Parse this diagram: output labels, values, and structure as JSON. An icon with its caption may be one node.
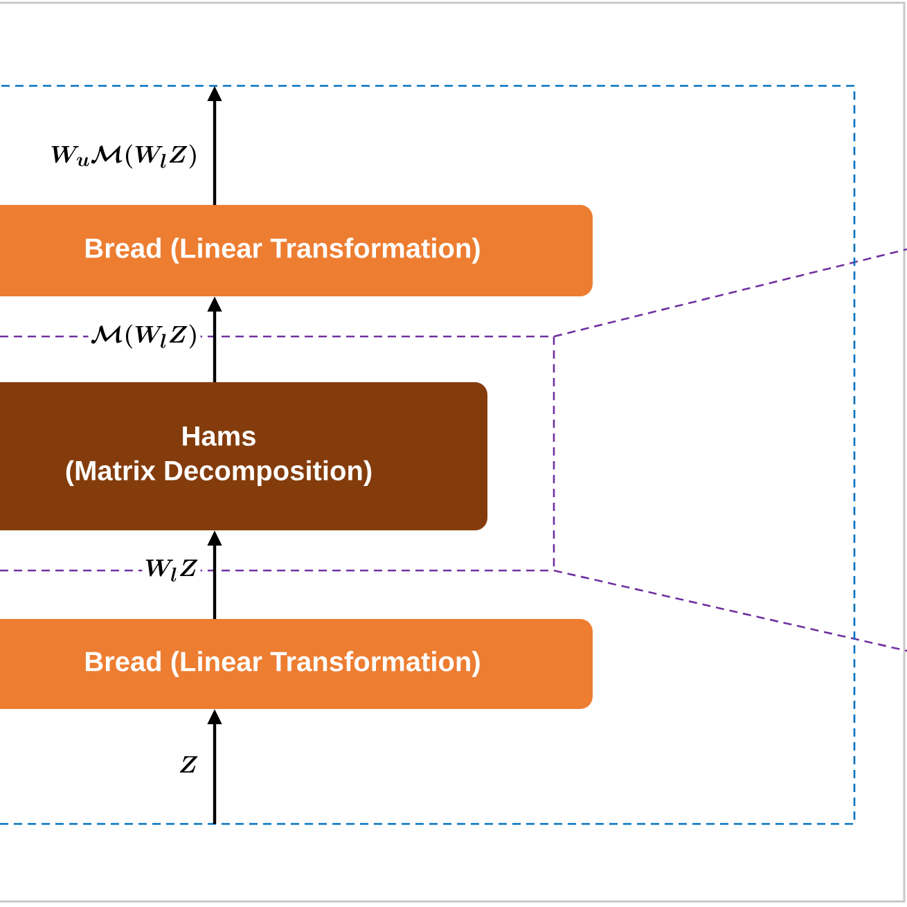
{
  "diagram": {
    "nodes": [
      {
        "text": [],
        "shape": "box"
      },
      {
        "text": [
          "Bread (Linear Transformation)"
        ],
        "in": 0
      },
      {
        "text": [
          "Hams",
          "(Matrix Decomposition)"
        ],
        "in": 0
      },
      {
        "text": [
          "Bread (Linear Transformation)"
        ],
        "in": 0
      }
    ],
    "edges": [
      {
        "from": null,
        "to": 3,
        "arrow": "to",
        "label": "Z"
      },
      {
        "from": 3,
        "to": 2,
        "arrow": "to",
        "label": "W_{l}Z"
      },
      {
        "from": 2,
        "to": 1,
        "arrow": "to",
        "label": "\\mathcal{M}(W_{l}Z)"
      },
      {
        "from": 1,
        "to": null,
        "arrow": "to",
        "label": "W_{u}\\mathcal{M}(W_{l}Z)"
      }
    ]
  }
}
